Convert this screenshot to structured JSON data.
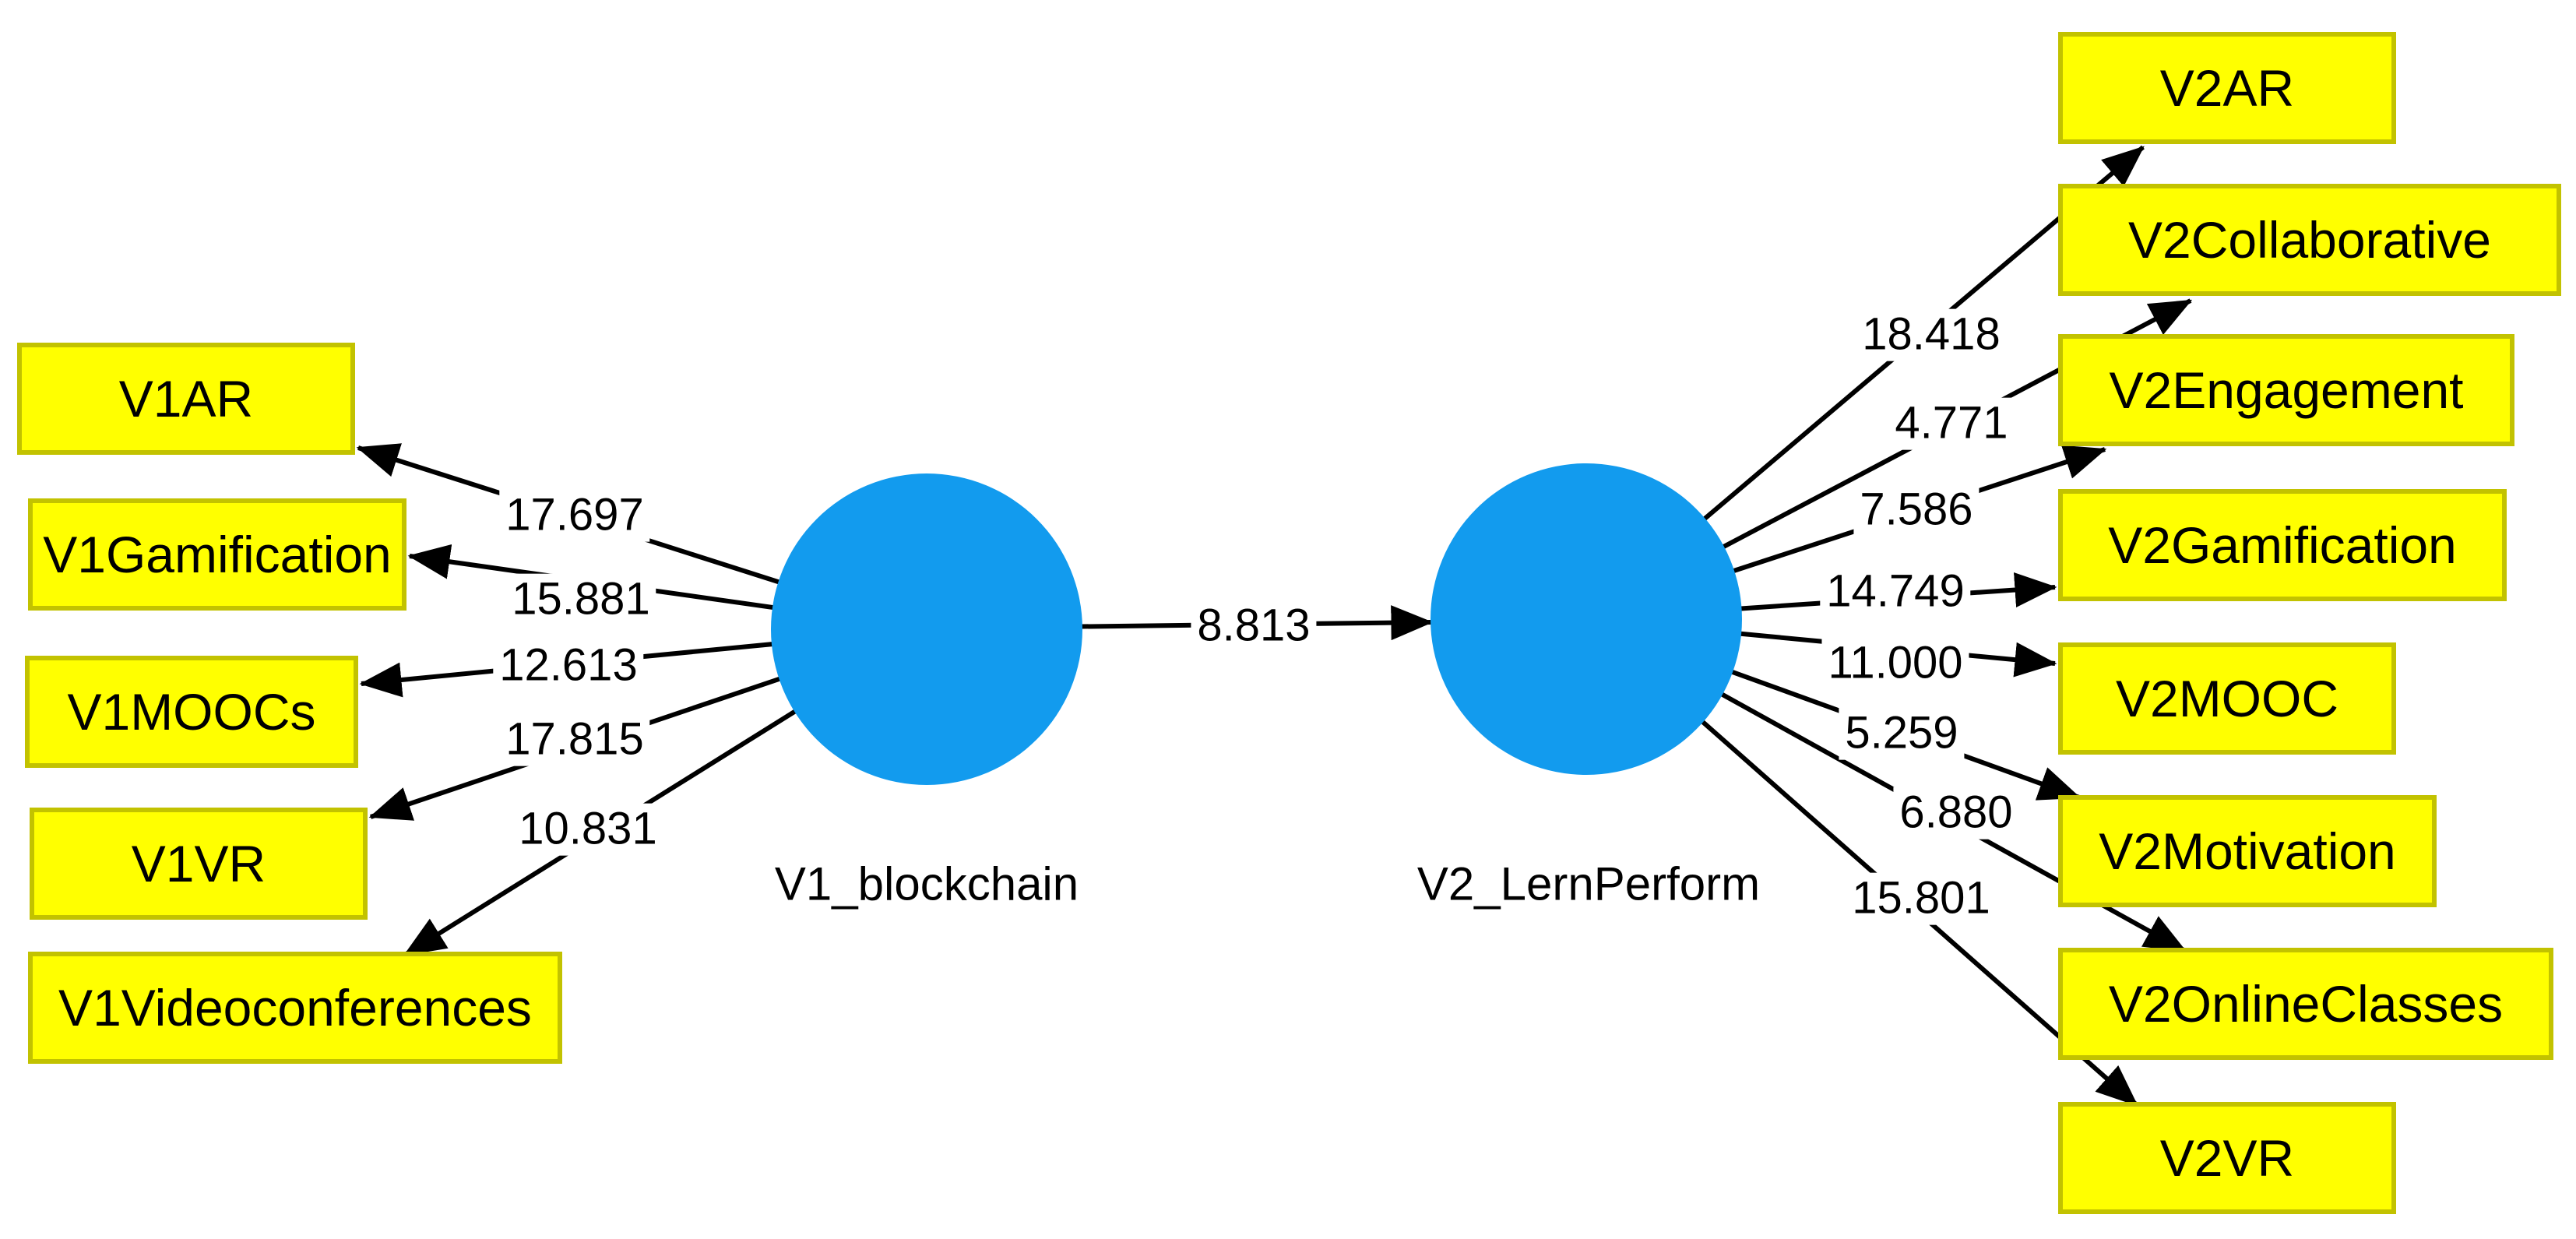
{
  "diagram": {
    "type": "sem-path-model-bootstrap-t-values",
    "latents": [
      {
        "label": "V1_blockchain"
      },
      {
        "label": "V2_LernPerform"
      }
    ],
    "structural_paths": [
      {
        "from": "V1_blockchain",
        "to": "V2_LernPerform",
        "value": "8.813"
      }
    ],
    "v1_indicators": [
      {
        "label": "V1AR",
        "value": "17.697"
      },
      {
        "label": "V1Gamification",
        "value": "15.881"
      },
      {
        "label": "V1MOOCs",
        "value": "12.613"
      },
      {
        "label": "V1VR",
        "value": "17.815"
      },
      {
        "label": "V1Videoconferences",
        "value": "10.831"
      }
    ],
    "v2_indicators": [
      {
        "label": "V2AR",
        "value": "18.418"
      },
      {
        "label": "V2Collaborative",
        "value": "4.771"
      },
      {
        "label": "V2Engagement",
        "value": "7.586"
      },
      {
        "label": "V2Gamification",
        "value": "14.749"
      },
      {
        "label": "V2MOOC",
        "value": "11.000"
      },
      {
        "label": "V2Motivation",
        "value": "5.259"
      },
      {
        "label": "V2OnlineClasses",
        "value": "6.880"
      },
      {
        "label": "V2VR",
        "value": "15.801"
      }
    ],
    "colors": {
      "latent_fill": "#129bee",
      "indicator_fill": "#ffff00",
      "indicator_border": "#c2c200",
      "edge_color": "#000000",
      "text_color": "#000000",
      "background": "#ffffff"
    }
  }
}
